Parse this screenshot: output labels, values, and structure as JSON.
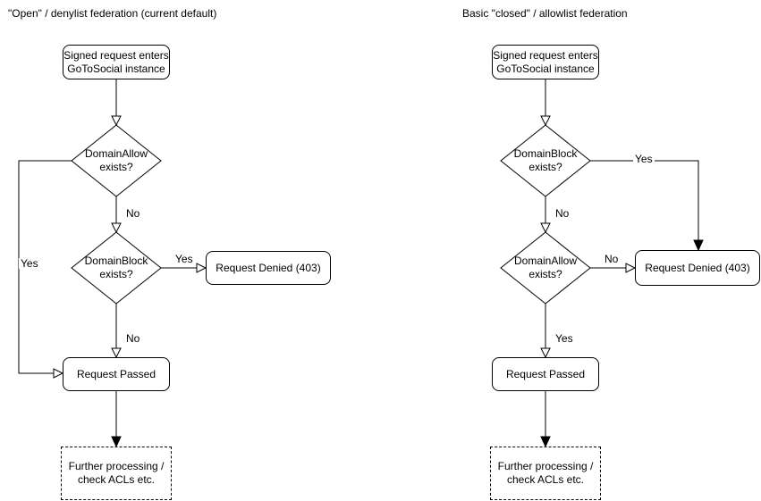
{
  "colors": {
    "stroke": "#000000",
    "background": "#ffffff",
    "text": "#000000"
  },
  "left": {
    "title": "\"Open\" / denylist federation (current default)",
    "nodes": {
      "start": "Signed request enters\nGoToSocial instance",
      "decision1": "DomainAllow\nexists?",
      "decision2": "DomainBlock\nexists?",
      "denied": "Request Denied (403)",
      "passed": "Request Passed",
      "further": "Further processing /\ncheck ACLs etc."
    },
    "labels": {
      "decision1_no": "No",
      "decision1_yes": "Yes",
      "decision2_yes": "Yes",
      "decision2_no": "No"
    }
  },
  "right": {
    "title": "Basic \"closed\" / allowlist federation",
    "nodes": {
      "start": "Signed request enters\nGoToSocial instance",
      "decision1": "DomainBlock\nexists?",
      "decision2": "DomainAllow\nexists?",
      "denied": "Request Denied (403)",
      "passed": "Request Passed",
      "further": "Further processing /\ncheck ACLs etc."
    },
    "labels": {
      "decision1_yes": "Yes",
      "decision1_no": "No",
      "decision2_no": "No",
      "decision2_yes": "Yes"
    }
  }
}
